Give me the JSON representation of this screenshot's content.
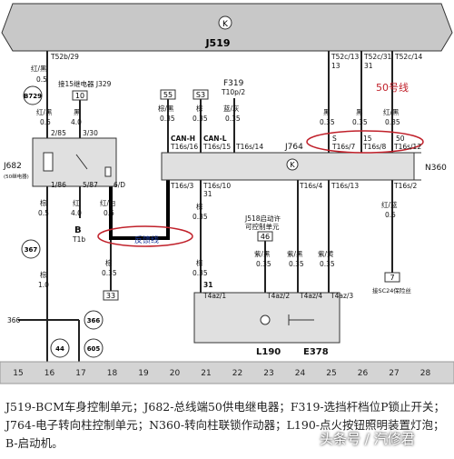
{
  "j519": {
    "label": "J519",
    "sub": "519",
    "k": "K"
  },
  "wire_labels": {
    "t52b29": "T52b/29",
    "red_black": "红/黑",
    "v05": "0.5",
    "b729": "B729",
    "relay_j329": "接15继电器 J329",
    "box10": "10",
    "black": "黑",
    "v40": "4.0",
    "brown_black": "棕/黑",
    "box55": "55",
    "box53": "S3",
    "f319": "F319",
    "t10p2": "T10p/2",
    "blue_grey": "蓝/灰",
    "t52c13": "T52c/13",
    "t52c31": "T52c/31",
    "t52c14": "T52c/14",
    "v035": "0.35",
    "note50": "50号线",
    "t2_85": "2/85",
    "t3_30": "3/30",
    "j682": "J682",
    "j682_note": "(50继电器)",
    "t1_86": "1/86",
    "t5_87": "5/87",
    "t6_d": "6/D",
    "brown": "棕",
    "red": "红",
    "red_white": "红/白",
    "b": "B",
    "t1b": "T1b",
    "can_h": "CAN-H",
    "can_l": "CAN-L",
    "t16s16": "T16s/16",
    "t16s15": "T16s/15",
    "t16s14": "T16s/14",
    "j764": "J764",
    "s": "S",
    "v15": "15",
    "v50": "50",
    "t16s7": "T16s/7",
    "t16s8": "T16s/8",
    "t16s12": "T16s/12",
    "n360": "N360",
    "t16s3": "T16s/3",
    "t16s10": "T16s/10",
    "t16s4": "T16s/4",
    "t16s13": "T16s/13",
    "t16s2": "T16s/2",
    "v31": "31",
    "feedback": "反馈线",
    "j518": "J518启动许",
    "j518b": "可控制单元",
    "box46": "46",
    "purple_black": "紫/黑",
    "purple_yellow": "紫/黄",
    "red_blue": "红/蓝",
    "box367": "367",
    "v10": "1.0",
    "box33": "33",
    "box7": "7",
    "sc24": "接SC24保险丝",
    "t4az1": "T4az/1",
    "t4az2": "T4az/2",
    "t4az4": "T4az/4",
    "t4az3": "T4az/3",
    "n366": "366",
    "box366": "366",
    "l190": "L190",
    "e378": "E378",
    "box44": "44",
    "box605": "605"
  },
  "ruler": [
    "15",
    "16",
    "17",
    "18",
    "19",
    "20",
    "21",
    "22",
    "23",
    "24",
    "25",
    "26",
    "27",
    "28"
  ],
  "caption": "J519-BCM车身控制单元；J682-总线端50供电继电器；F319-选挡杆档位P锁止开关；J764-电子转向柱控制单元；N360-转向柱联锁作动器；L190-点火按钮照明装置灯泡；B-启动机。",
  "watermark": "头条号 / 汽修君"
}
